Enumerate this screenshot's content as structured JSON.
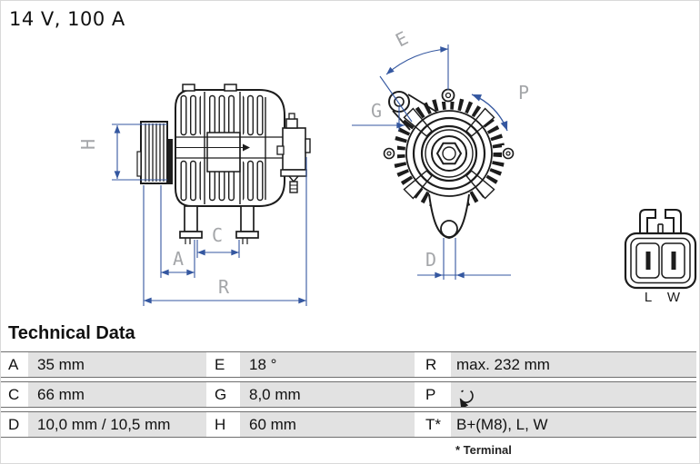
{
  "title": "14 V, 100 A",
  "section_heading": "Technical Data",
  "footnote": "* Terminal",
  "colors": {
    "dimension_blue": "#3457a0",
    "dimension_label_gray": "#a4a6a9",
    "table_row_gray": "#e2e2e2",
    "drawing_black": "#1c1c1c"
  },
  "diagram": {
    "dimension_labels": {
      "H": "H",
      "A": "A",
      "C": "C",
      "R": "R",
      "E": "E",
      "G": "G",
      "P": "P",
      "D": "D"
    },
    "rotation_direction": "clockwise",
    "connector_labels": {
      "left": "L",
      "right": "W"
    }
  },
  "table": {
    "rows": [
      {
        "cells": [
          {
            "key": "A",
            "value": "35 mm"
          },
          {
            "key": "E",
            "value": "18 °"
          },
          {
            "key": "R",
            "value": "max. 232 mm"
          }
        ]
      },
      {
        "cells": [
          {
            "key": "C",
            "value": "66 mm"
          },
          {
            "key": "G",
            "value": "8,0 mm"
          },
          {
            "key": "P",
            "value": "",
            "icon": "clockwise-rotation-icon"
          }
        ]
      },
      {
        "cells": [
          {
            "key": "D",
            "value": "10,0 mm / 10,5 mm"
          },
          {
            "key": "H",
            "value": "60 mm"
          },
          {
            "key": "T*",
            "value": "B+(M8), L, W"
          }
        ]
      }
    ]
  }
}
